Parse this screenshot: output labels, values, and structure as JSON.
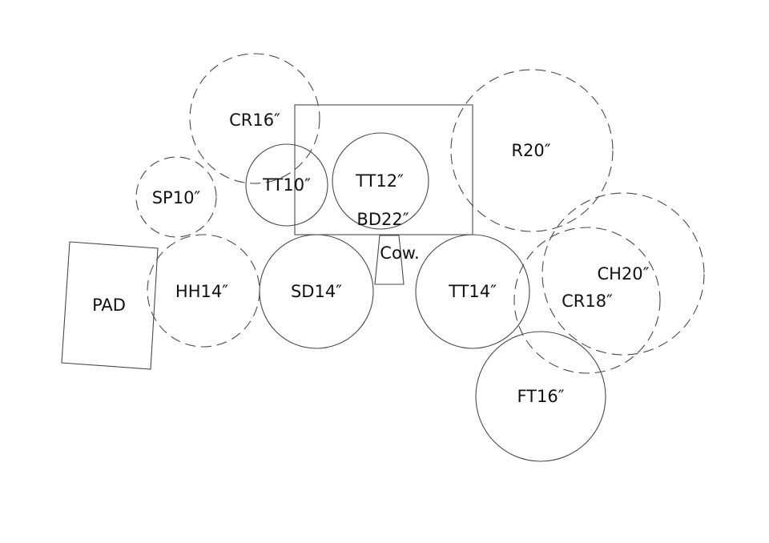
{
  "diagram": {
    "colors": {
      "stroke": "#4a4a4a",
      "text": "#111111",
      "background": "#ffffff"
    },
    "items": {
      "cr16": {
        "label": "CR16″",
        "style": "dashed"
      },
      "sp10": {
        "label": "SP10″",
        "style": "dashed"
      },
      "tt10": {
        "label": "TT10″",
        "style": "solid"
      },
      "tt12": {
        "label": "TT12″",
        "style": "solid"
      },
      "bd22": {
        "label": "BD22″",
        "style": "solid"
      },
      "r20": {
        "label": "R20″",
        "style": "dashed"
      },
      "pad": {
        "label": "PAD",
        "style": "solid"
      },
      "hh14": {
        "label": "HH14″",
        "style": "dashed"
      },
      "sd14": {
        "label": "SD14″",
        "style": "solid"
      },
      "cow": {
        "label": "Cow.",
        "style": "solid"
      },
      "tt14": {
        "label": "TT14″",
        "style": "solid"
      },
      "ch20": {
        "label": "CH20″",
        "style": "dashed"
      },
      "cr18": {
        "label": "CR18″",
        "style": "dashed"
      },
      "ft16": {
        "label": "FT16″",
        "style": "solid"
      }
    }
  }
}
